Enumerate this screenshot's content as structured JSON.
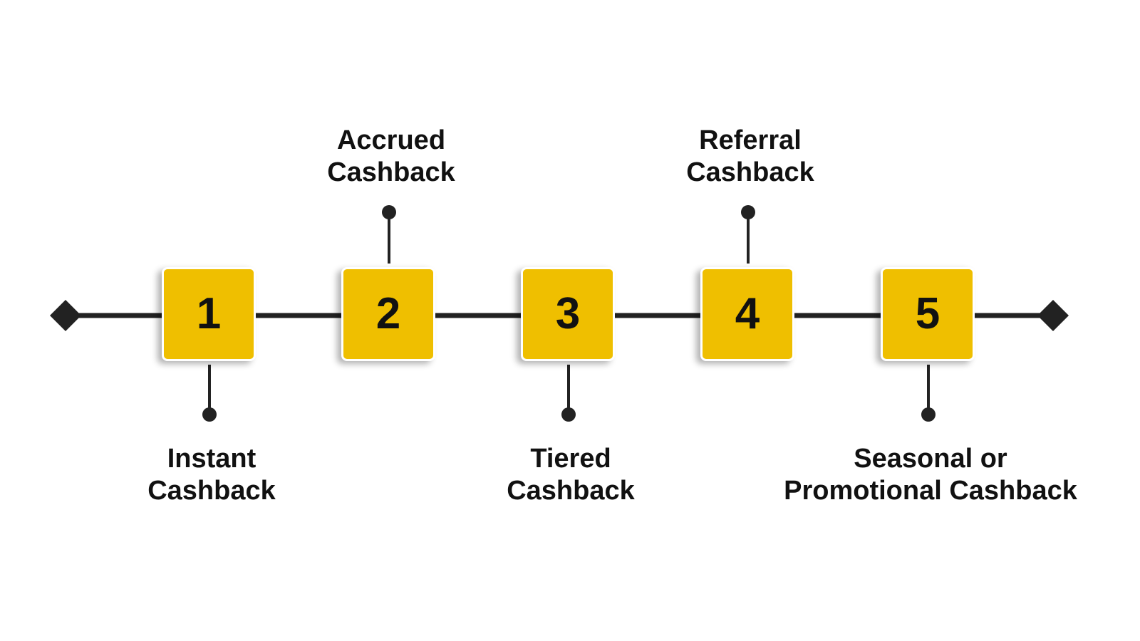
{
  "colors": {
    "box_fill": "#EFBF00",
    "line": "#222222",
    "text": "#111111",
    "background": "#FFFFFF"
  },
  "steps": [
    {
      "number": "1",
      "label_lines": [
        "Instant",
        "Cashback"
      ],
      "label_position": "below"
    },
    {
      "number": "2",
      "label_lines": [
        "Accrued",
        "Cashback"
      ],
      "label_position": "above"
    },
    {
      "number": "3",
      "label_lines": [
        "Tiered",
        "Cashback"
      ],
      "label_position": "below"
    },
    {
      "number": "4",
      "label_lines": [
        "Referral",
        "Cashback"
      ],
      "label_position": "above"
    },
    {
      "number": "5",
      "label_lines": [
        "Seasonal or",
        "Promotional Cashback"
      ],
      "label_position": "below"
    }
  ]
}
